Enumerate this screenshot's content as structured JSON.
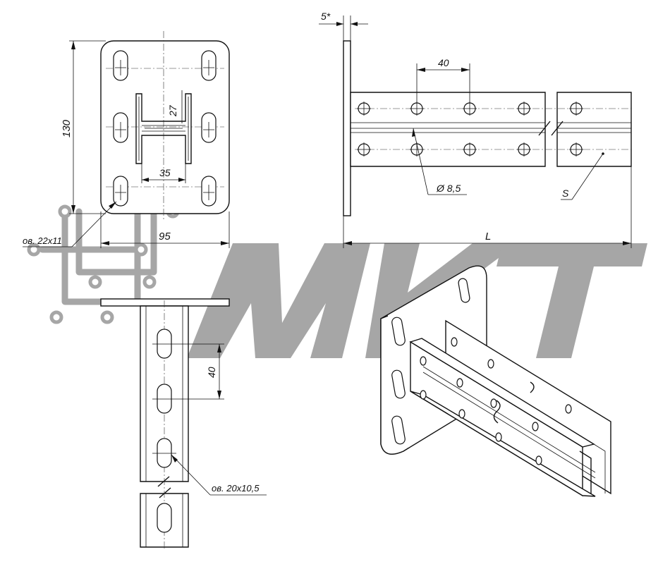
{
  "watermark": {
    "text": "МКТ",
    "color": "#a6a6a6"
  },
  "front_view": {
    "dim_height": "130",
    "dim_width": "95",
    "dim_inner_height": "27",
    "dim_inner_width": "35",
    "slot_callout": "ов. 22x11"
  },
  "side_view": {
    "dim_thickness": "5*",
    "dim_pitch": "40",
    "hole_callout": "Ø 8,5",
    "thickness_label": "S",
    "length_label": "L"
  },
  "top_view": {
    "dim_pitch": "40",
    "slot_callout": "ов. 20x10,5"
  },
  "iso_view": {
    "icon": "bracket-3d-icon"
  }
}
